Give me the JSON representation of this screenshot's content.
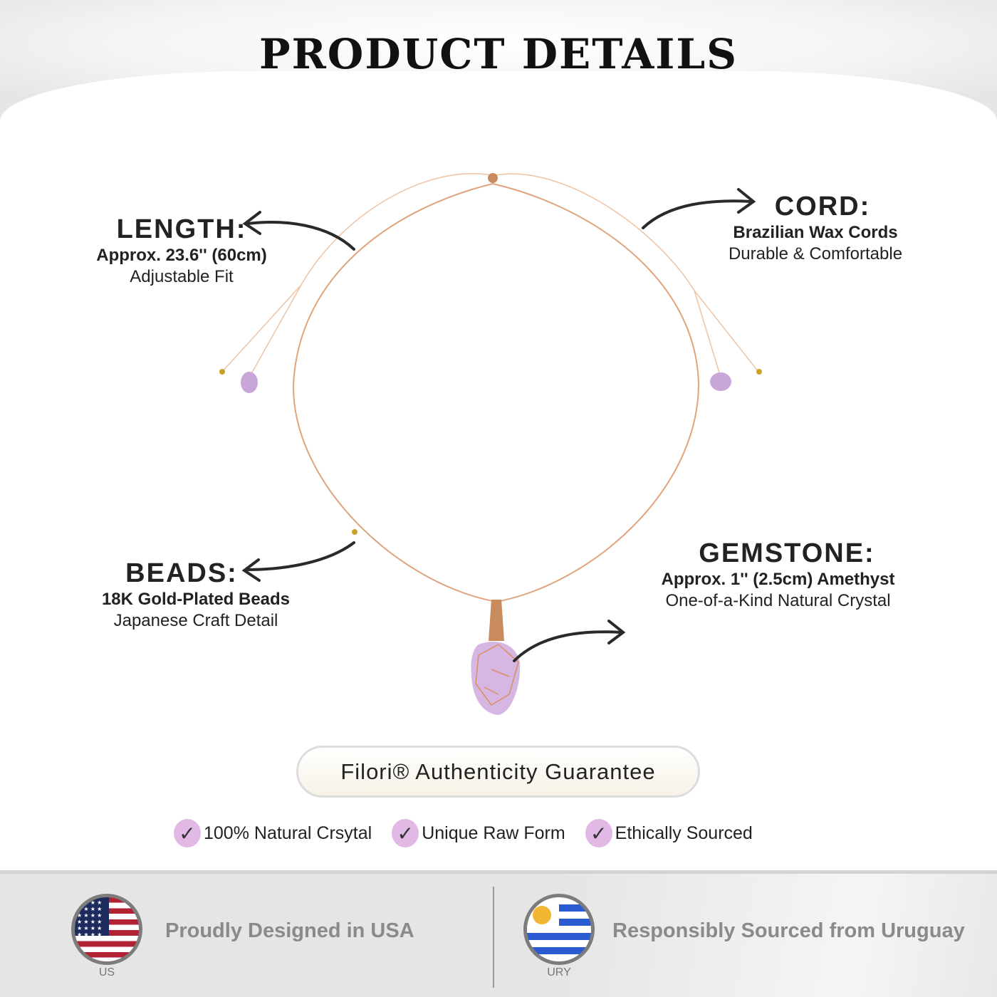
{
  "title": "PRODUCT DETAILS",
  "length": {
    "heading": "LENGTH:",
    "line1": "Approx. 23.6'' (60cm)",
    "line2": "Adjustable  Fit"
  },
  "cord": {
    "heading": "CORD:",
    "line1": "Brazilian Wax Cords",
    "line2": "Durable & Comfortable"
  },
  "beads": {
    "heading": "BEADS:",
    "line1": "18K Gold-Plated Beads",
    "line2": "Japanese Craft Detail"
  },
  "gemstone": {
    "heading": "GEMSTONE:",
    "line1": "Approx. 1'' (2.5cm) Amethyst",
    "line2": "One-of-a-Kind Natural Crystal"
  },
  "guarantee": "Filori® Authenticity Guarantee",
  "features": [
    "100% Natural Crsytal",
    "Unique Raw Form",
    "Ethically Sourced"
  ],
  "origin": {
    "usa": {
      "code": "US",
      "text": "Proudly Designed in USA"
    },
    "uruguay": {
      "code": "URY",
      "text": "Responsibly Sourced from Uruguay"
    }
  },
  "colors": {
    "cord": "#e0a47c",
    "amethyst": "#c9a6d8",
    "check_bg": "#e2b9e4"
  }
}
